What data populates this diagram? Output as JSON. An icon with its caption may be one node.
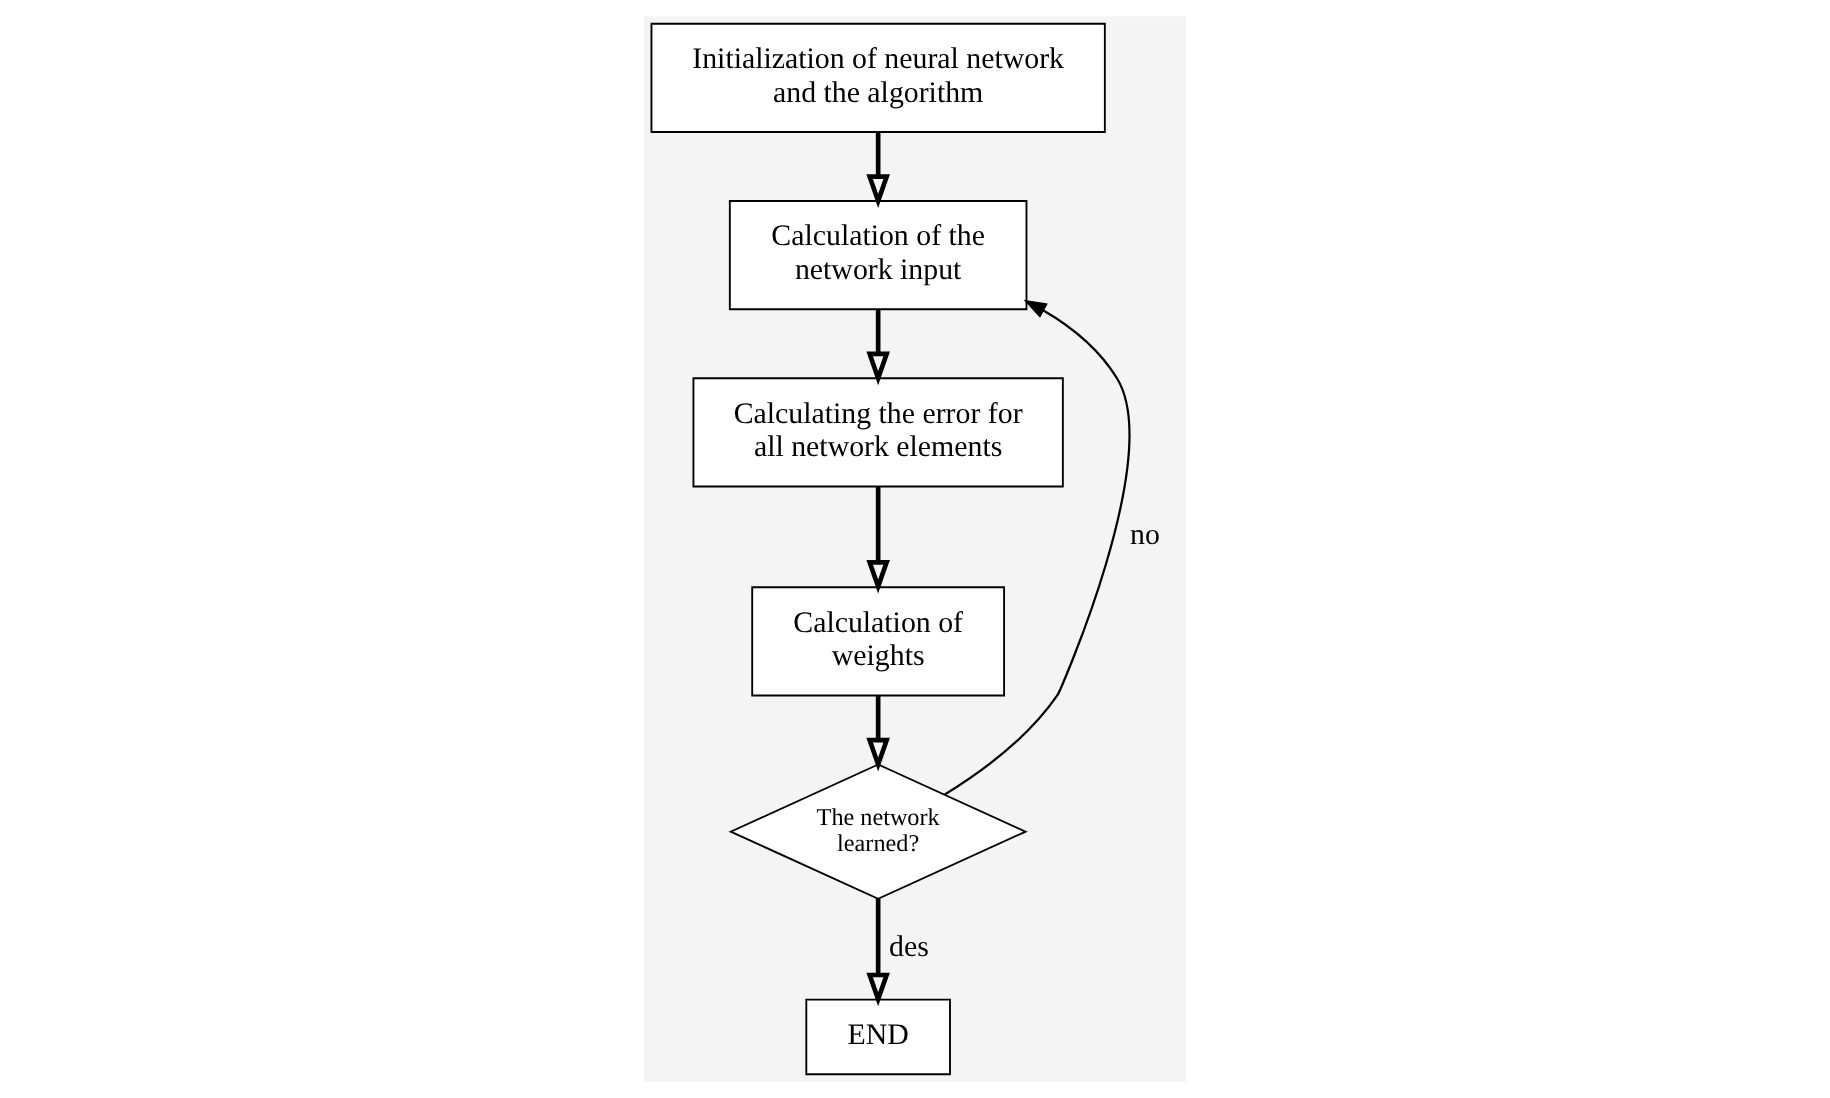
{
  "diagram": {
    "nodes": [
      {
        "text": [
          "Initialization of neural network and the algorithm"
        ]
      },
      {
        "text": [
          "Calculation of the network input"
        ]
      },
      {
        "text": [
          "Calculating the error for all network elements"
        ]
      },
      {
        "text": [
          "Calculation of weights"
        ]
      },
      {
        "text": [
          "The network learned?"
        ]
      },
      {
        "text": [
          "END"
        ]
      }
    ],
    "edges": [
      {
        "from": 0,
        "to": 1,
        "arrow": "to"
      },
      {
        "from": 1,
        "to": 2,
        "arrow": "to"
      },
      {
        "from": 2,
        "to": 3,
        "arrow": "to"
      },
      {
        "from": 3,
        "to": 4,
        "arrow": "to"
      },
      {
        "from": 4,
        "to": 5,
        "arrow": "to",
        "label": "des"
      },
      {
        "from": 4,
        "to": 1,
        "arrow": "to",
        "label": "no"
      }
    ]
  }
}
